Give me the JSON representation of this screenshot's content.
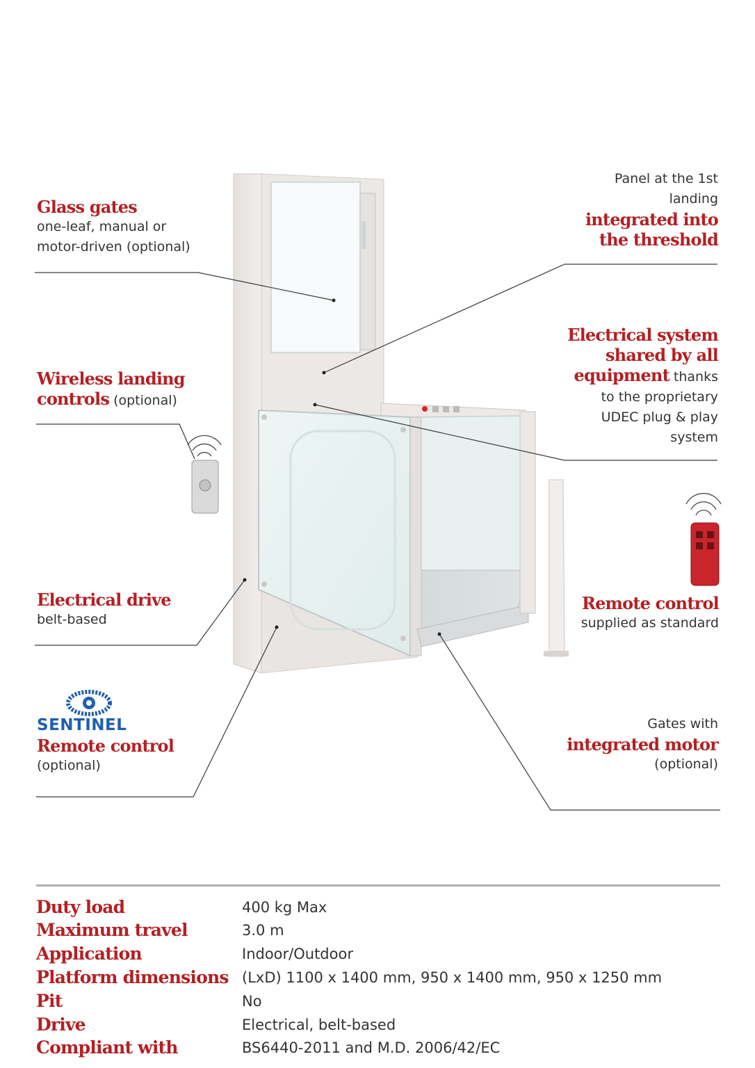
{
  "callouts": {
    "glass_gates": {
      "title": "Glass gates",
      "sub1": "one-leaf, manual or",
      "sub2": "motor-driven (optional)"
    },
    "panel": {
      "pre1": "Panel at the 1st",
      "pre2": "landing",
      "title1": "integrated into",
      "title2": "the threshold"
    },
    "wireless": {
      "title1": "Wireless landing",
      "title2": "controls",
      "suffix": " (optional)"
    },
    "electrical_system": {
      "title1": "Electrical system",
      "title2": "shared by all",
      "title3": "equipment",
      "tail": " thanks",
      "sub1": "to the proprietary",
      "sub2": "UDEC plug & play",
      "sub3": "system"
    },
    "electrical_drive": {
      "title": "Electrical drive",
      "sub": "belt-based"
    },
    "remote_control": {
      "title": "Remote control",
      "sub": "supplied as standard"
    },
    "sentinel": {
      "brand": "SENTINEL",
      "title": "Remote control",
      "sub": "(optional)"
    },
    "gates_motor": {
      "pre": "Gates with",
      "title": "integrated motor",
      "sub": "(optional)"
    }
  },
  "specs": [
    {
      "key": "Duty load",
      "value": "400 kg Max"
    },
    {
      "key": "Maximum travel",
      "value": "3.0 m"
    },
    {
      "key": "Application",
      "value": "Indoor/Outdoor"
    },
    {
      "key": "Platform dimensions",
      "value": "(LxD) 1100 x 1400 mm, 950 x 1400 mm, 950 x 1250 mm"
    },
    {
      "key": "Pit",
      "value": "No"
    },
    {
      "key": "Drive",
      "value": "Electrical, belt-based"
    },
    {
      "key": "Compliant with",
      "value": "BS6440-2011 and M.D. 2006/42/EC"
    }
  ],
  "colors": {
    "accent": "#b41f23",
    "sentinel_blue": "#1f5fae",
    "rule": "#b0b0b0"
  }
}
